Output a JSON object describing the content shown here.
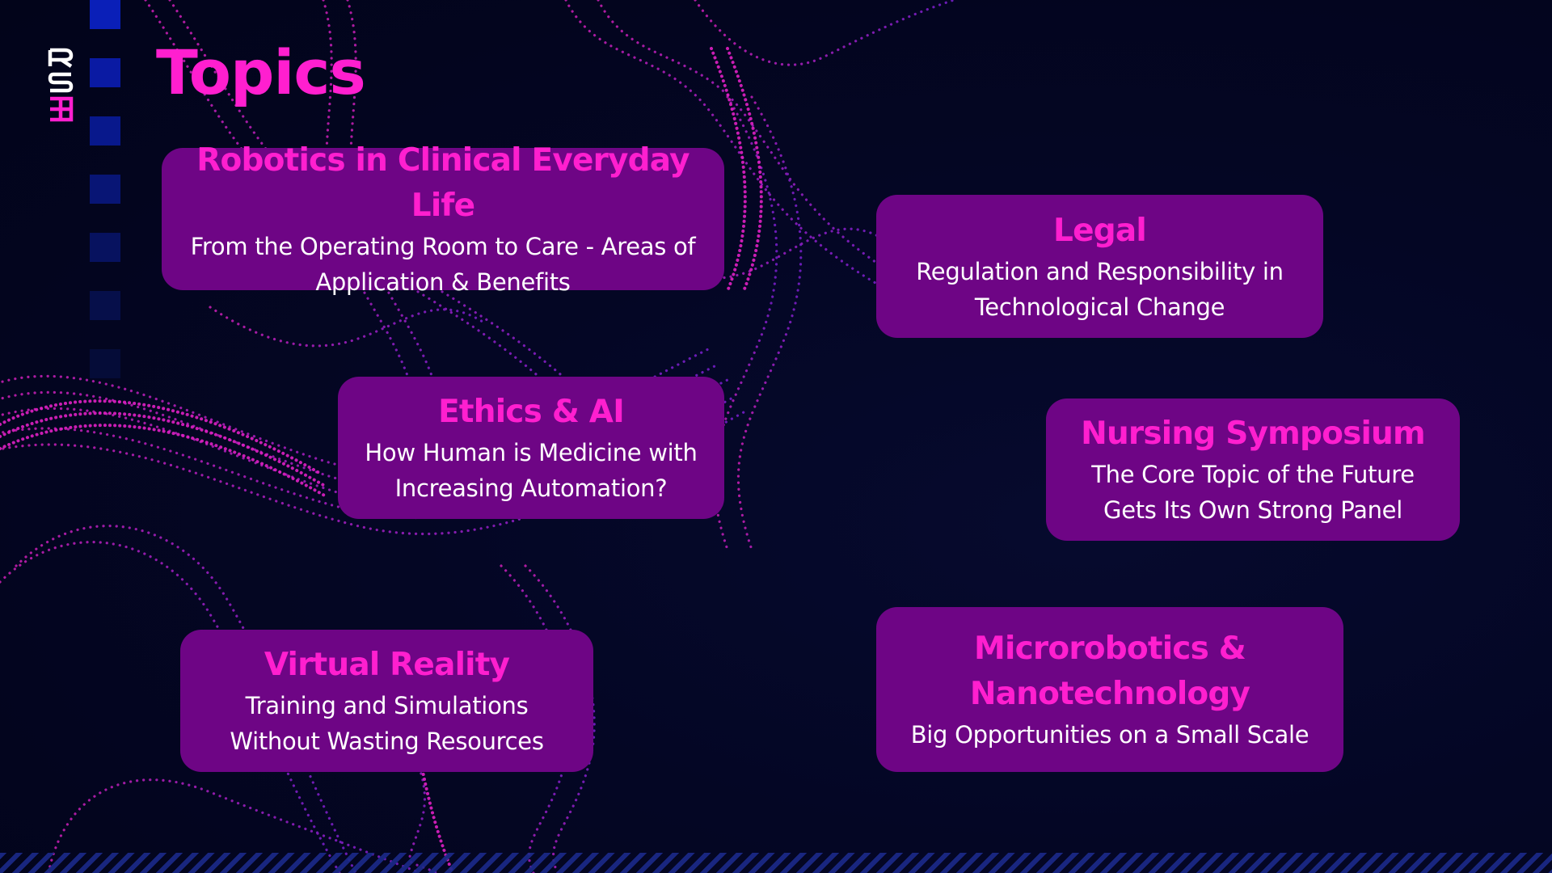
{
  "slide": {
    "title": "Topics",
    "logo_letters": [
      "R",
      "S",
      "M"
    ]
  },
  "colors": {
    "background": "#040624",
    "accent_pink": "#ff1fcf",
    "card_purple": "#6e0585",
    "text_white": "#ffffff",
    "deco_blue": "#0a1aa8"
  },
  "icons": {
    "logo": "rsm-logo-icon",
    "wave_art": "dotted-wave-art"
  },
  "cards": [
    {
      "title": "Robotics in Clinical Everyday Life",
      "text": "From the Operating Room to Care - Areas of Application & Benefits"
    },
    {
      "title": "Legal",
      "text": "Regulation and Responsibility in Technological Change"
    },
    {
      "title": "Ethics & AI",
      "text": "How Human is Medicine with Increasing Automation?"
    },
    {
      "title": "Nursing Symposium",
      "text": "The Core Topic of the Future Gets Its Own Strong Panel"
    },
    {
      "title": "Virtual Reality",
      "text": "Training and Simulations Without Wasting Resources"
    },
    {
      "title": "Microrobotics & Nanotechnology",
      "text": "Big Opportunities on a Small Scale"
    }
  ]
}
